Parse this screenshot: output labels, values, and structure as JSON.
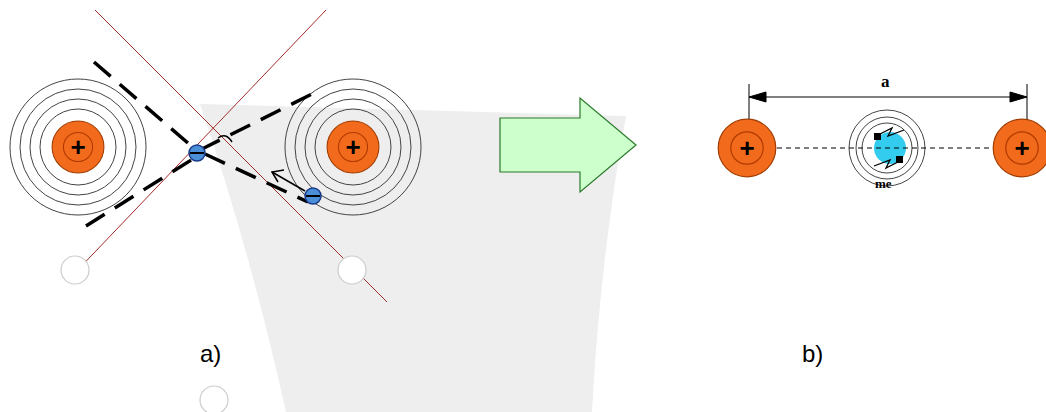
{
  "diagram": {
    "nodes": [
      {
        "text": [
          "+"
        ]
      },
      {
        "text": [
          "+"
        ]
      },
      {
        "text": [
          "+"
        ]
      },
      {
        "text": [
          "+"
        ]
      }
    ],
    "edges": [
      {
        "from": 2,
        "to": 3,
        "arrow": "none"
      }
    ],
    "labels": [
      "a",
      "me",
      "a)",
      "b)"
    ]
  }
}
